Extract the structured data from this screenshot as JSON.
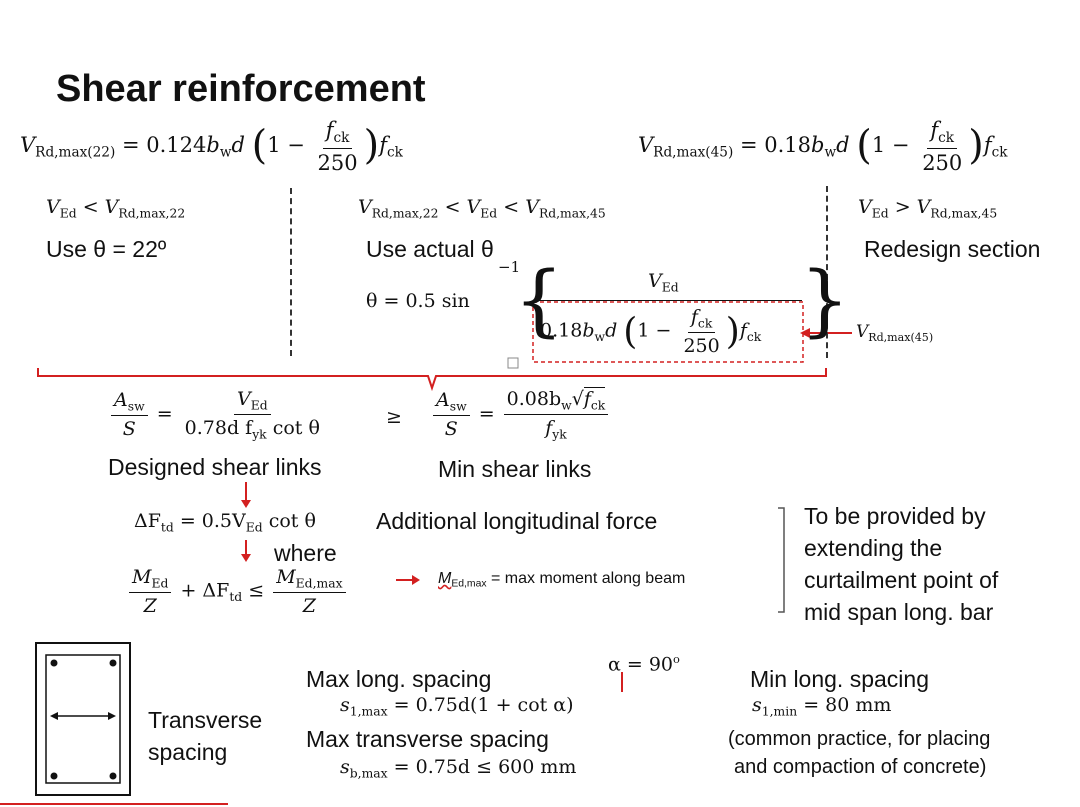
{
  "title": "Shear reinforcement",
  "vrd22": {
    "lhs": "V",
    "lhs_sub": "Rd,max(22)",
    "coef": "= 0.124",
    "bw": "b",
    "bw_sub": "w",
    "d": "d",
    "one": "1 −",
    "fnum": "f",
    "fnum_sub": "ck",
    "fden": "250",
    "f": "f",
    "f_sub": "ck"
  },
  "vrd45": {
    "lhs": "V",
    "lhs_sub": "Rd,max(45)",
    "coef": "= 0.18",
    "bw": "b",
    "bw_sub": "w",
    "d": "d",
    "one": "1 −",
    "fnum": "f",
    "fnum_sub": "ck",
    "fden": "250",
    "f": "f",
    "f_sub": "ck"
  },
  "case1": {
    "cond_a": "V",
    "cond_a_sub": "Ed",
    "op": "<",
    "cond_b": "V",
    "cond_b_sub": "Rd,max,22",
    "text": "Use θ = 22º"
  },
  "case2": {
    "v1": "V",
    "v1_sub": "Rd,max,22",
    "op1": "<",
    "v2": "V",
    "v2_sub": "Ed",
    "op2": "<",
    "v3": "V",
    "v3_sub": "Rd,max,45",
    "text": "Use actual θ",
    "theta_eq": "θ = 0.5 sin",
    "inv": "−1",
    "num": "V",
    "num_sub": "Ed",
    "den_coef": "0.18",
    "den_bw": "b",
    "den_bw_sub": "w",
    "den_d": "d",
    "den_one": "1 −",
    "den_fnum": "f",
    "den_fnum_sub": "ck",
    "den_fden": "250",
    "den_f": "f",
    "den_f_sub": "ck",
    "callout": "V",
    "callout_sub": "Rd,max(45)"
  },
  "case3": {
    "cond_a": "V",
    "cond_a_sub": "Ed",
    "op": ">",
    "cond_b": "V",
    "cond_b_sub": "Rd,max,45",
    "text": "Redesign section"
  },
  "asw_design": {
    "num": "A",
    "num_sub": "sw",
    "den": "S",
    "eq": "=",
    "rnum": "V",
    "rnum_sub": "Ed",
    "rden": "0.78d f",
    "rden_sub": "yk",
    "rden_tail": " cot θ",
    "label": "Designed shear links"
  },
  "ge": "≥",
  "asw_min": {
    "num": "A",
    "num_sub": "sw",
    "den": "S",
    "eq": "=",
    "rnum": "0.08b",
    "rnum_sub": "w",
    "rnum_sqrt": "f",
    "rnum_sqrt_sub": "ck",
    "rden": "f",
    "rden_sub": "yk",
    "label": "Min shear links"
  },
  "dftd": {
    "lhs": "ΔF",
    "lhs_sub": "td",
    "rhs": "= 0.5V",
    "rhs_sub": "Ed",
    "tail": " cot θ",
    "label": "Additional longitudinal force",
    "where": "where"
  },
  "moment": {
    "n1": "M",
    "n1_sub": "Ed",
    "d1": "Z",
    "mid": "+ ΔF",
    "mid_sub": "td",
    "le": "≤",
    "n2": "M",
    "n2_sub": "Ed,max",
    "d2": "Z",
    "note_m": "M",
    "note_m_sub": "Ed,max",
    "note": " = max moment along beam"
  },
  "provide_text": [
    "To be provided by",
    "extending the",
    "curtailment point of",
    "mid span long. bar"
  ],
  "transverse": {
    "line1": "Transverse",
    "line2": "spacing"
  },
  "spacing": {
    "max_long": "Max long. spacing",
    "alpha": "α = 90",
    "alpha_sup": "o",
    "s1max": "s",
    "s1max_sub": "1,max",
    "s1max_rhs": "= 0.75d(1 + cot α)",
    "max_trans": "Max transverse spacing",
    "sbmax": "s",
    "sbmax_sub": "b,max",
    "sbmax_rhs": "= 0.75d ≤ 600 mm",
    "min_long": "Min long. spacing",
    "s1min": "s",
    "s1min_sub": "1,min",
    "s1min_rhs": "= 80 mm",
    "note1": "(common practice, for placing",
    "note2": "and compaction of concrete)"
  },
  "colors": {
    "accent_red": "#d32020",
    "text": "#111111"
  }
}
